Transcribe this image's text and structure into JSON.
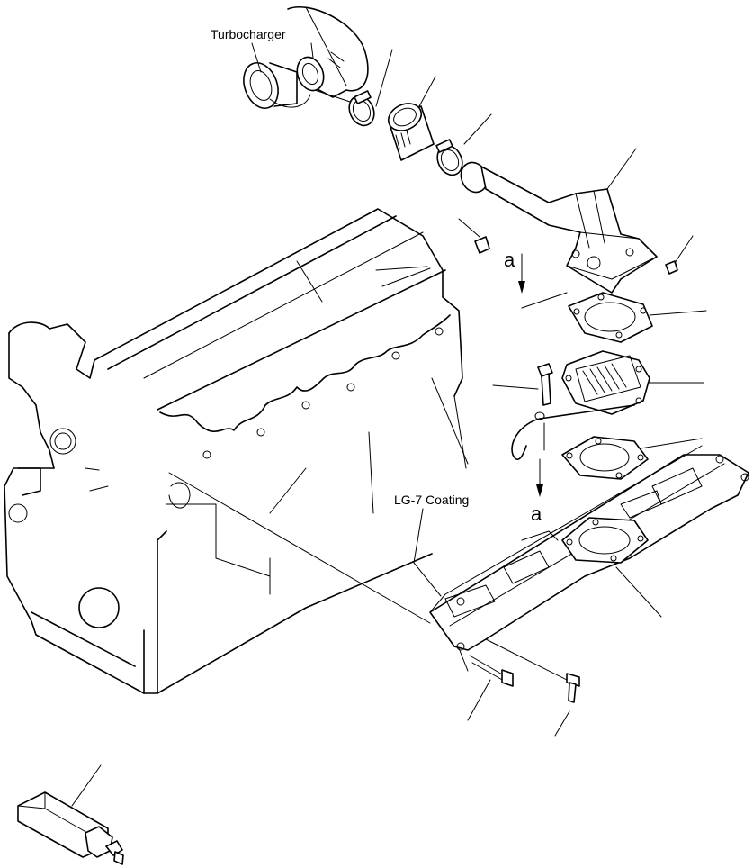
{
  "labels": {
    "turbocharger": "Turbocharger",
    "coating": "LG-7 Coating",
    "view_a_upper": "a",
    "view_a_lower": "a"
  }
}
